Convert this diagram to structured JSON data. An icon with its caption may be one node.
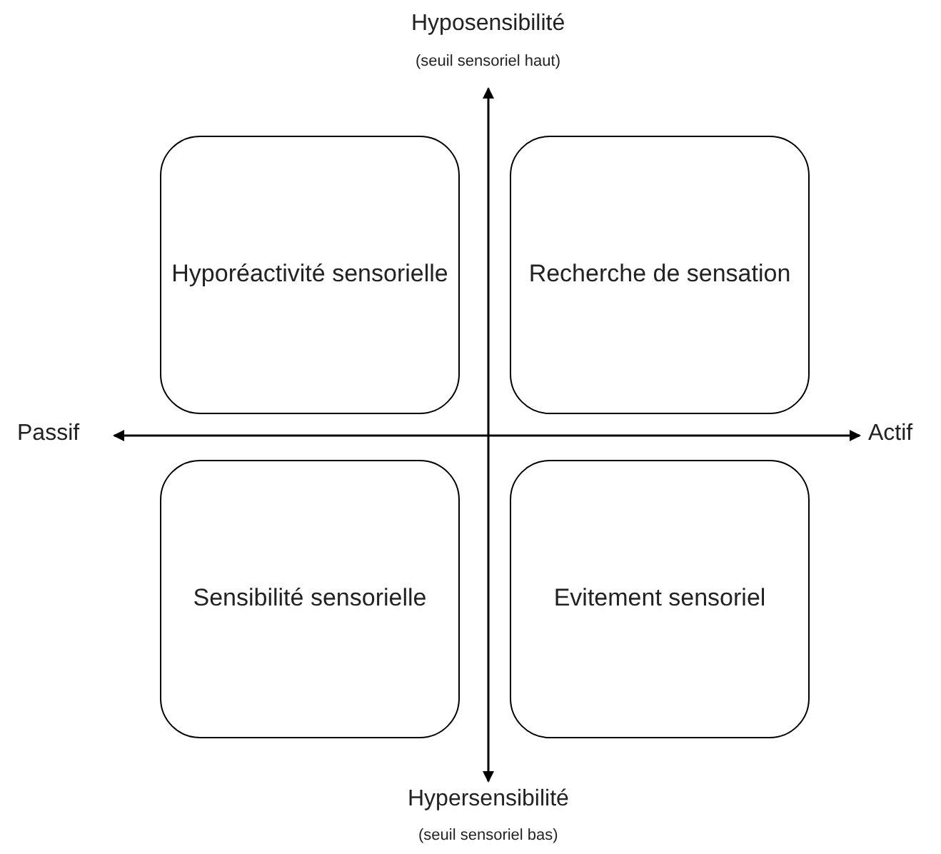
{
  "diagram": {
    "nodes": [
      {
        "text": [
          "Hyporéactivité sensorielle"
        ]
      },
      {
        "text": [
          "Recherche de sensation"
        ]
      },
      {
        "text": [
          "Sensibilité sensorielle"
        ]
      },
      {
        "text": [
          "Evitement sensoriel"
        ]
      }
    ],
    "labels": [
      "Hyposensibilité",
      "(seuil sensoriel haut)",
      "Passif",
      "Actif",
      "Hypersensibilité",
      "(seuil sensoriel bas)"
    ]
  }
}
